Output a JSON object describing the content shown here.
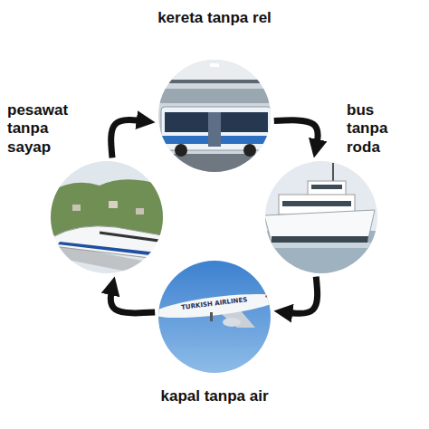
{
  "diagram": {
    "nodes": [
      {
        "text": [
          "kereta tanpa rel"
        ]
      },
      {
        "text": [
          "bus tanpa roda"
        ]
      },
      {
        "text": [
          "kapal tanpa air"
        ]
      },
      {
        "text": [
          "pesawat tanpa sayap"
        ]
      }
    ],
    "edges": [
      {
        "from": 0,
        "to": 1,
        "arrow": "to"
      },
      {
        "from": 1,
        "to": 2,
        "arrow": "to"
      },
      {
        "from": 2,
        "to": 3,
        "arrow": "to"
      },
      {
        "from": 3,
        "to": 0,
        "arrow": "to"
      }
    ],
    "labels": [
      "TURKISH AIRLINES"
    ]
  }
}
